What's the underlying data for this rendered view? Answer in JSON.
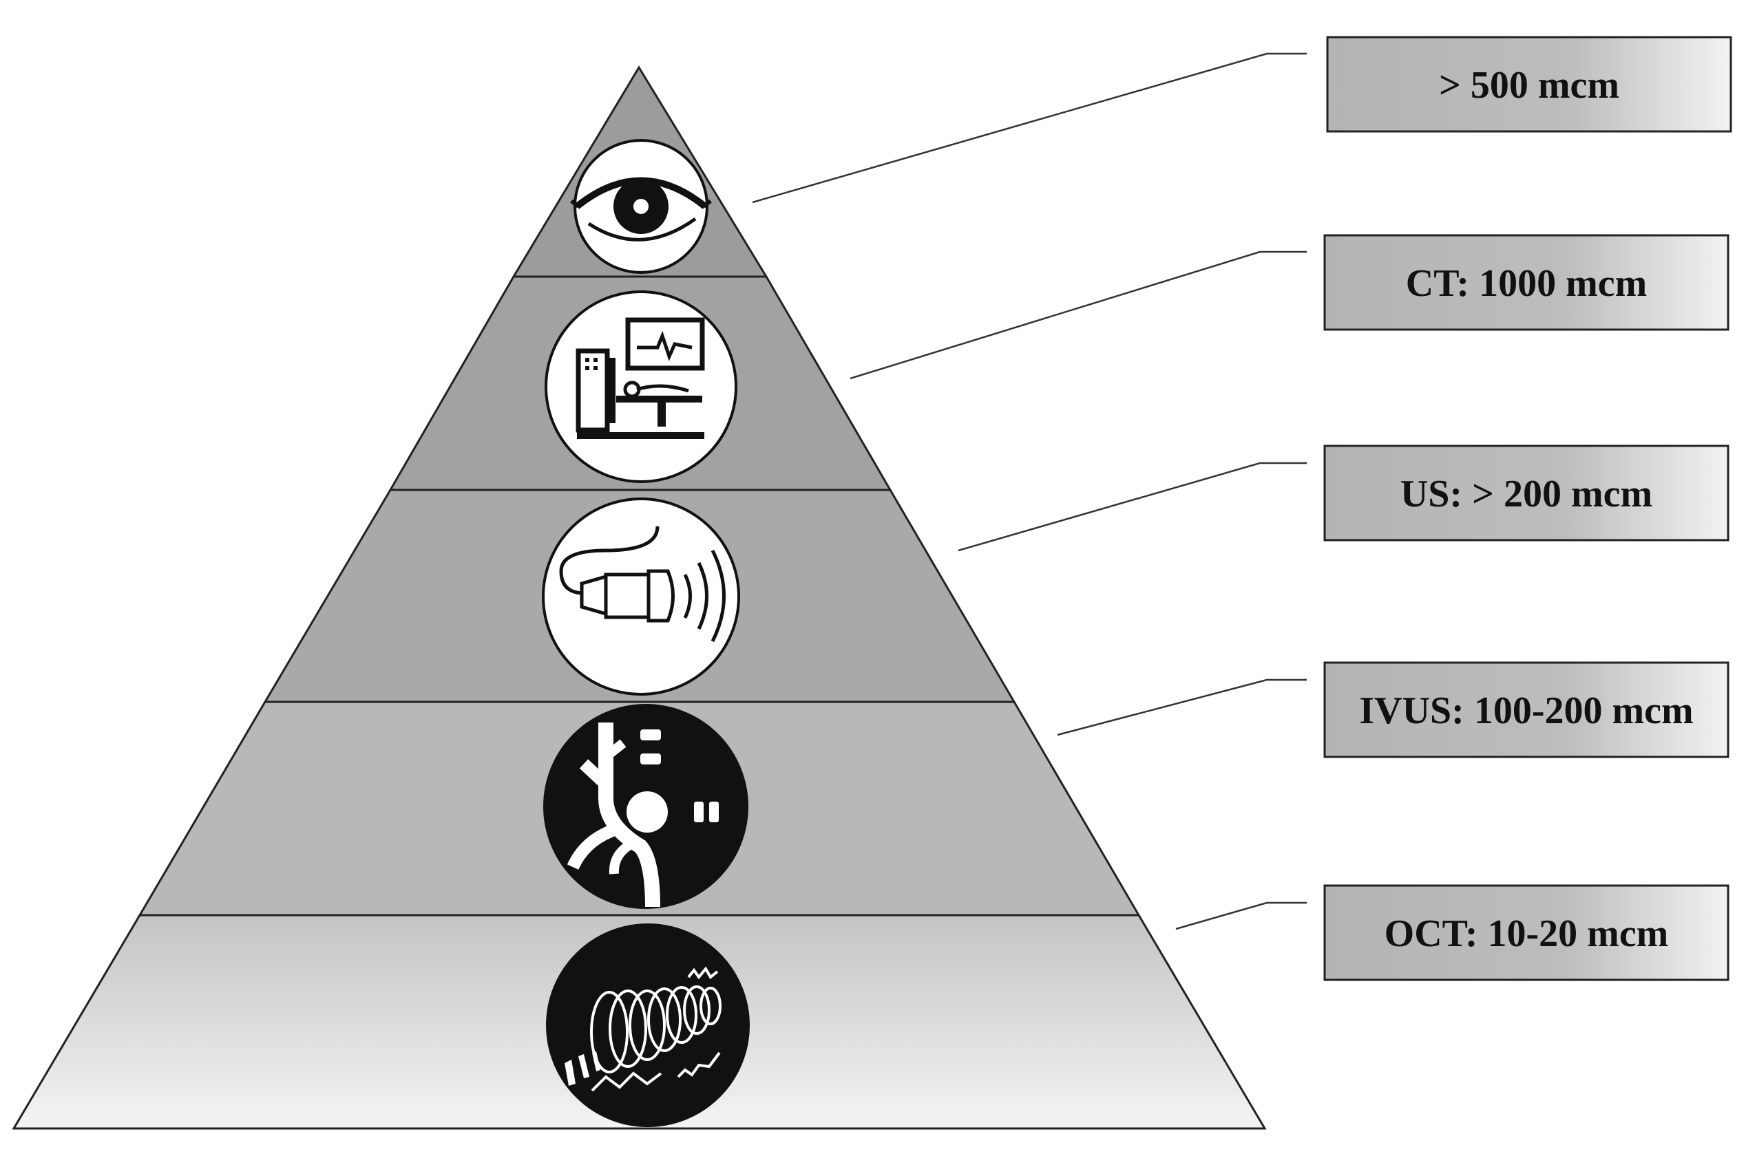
{
  "tiers": [
    {
      "id": "eye",
      "icon": "eye-icon",
      "label": "> 500 mcm",
      "fill": "#9c9c9c"
    },
    {
      "id": "ct",
      "icon": "ct-scanner-icon",
      "label": "CT: 1000 mcm",
      "fill": "#a2a2a2"
    },
    {
      "id": "us",
      "icon": "ultrasound-probe-icon",
      "label": "US: > 200 mcm",
      "fill": "#a9a9a9"
    },
    {
      "id": "ivus",
      "icon": "ivus-vessel-icon",
      "label": "IVUS: 100-200 mcm",
      "fill": "#b8b8b8"
    },
    {
      "id": "oct",
      "icon": "oct-spiral-icon",
      "label": "OCT: 10-20 mcm",
      "fill": "gradient"
    }
  ],
  "colors": {
    "label_box_start": "#b4b4b4",
    "label_box_end": "#f2f2f2",
    "oct_top": "#c4c4c4",
    "oct_bottom": "#f4f4f4"
  }
}
